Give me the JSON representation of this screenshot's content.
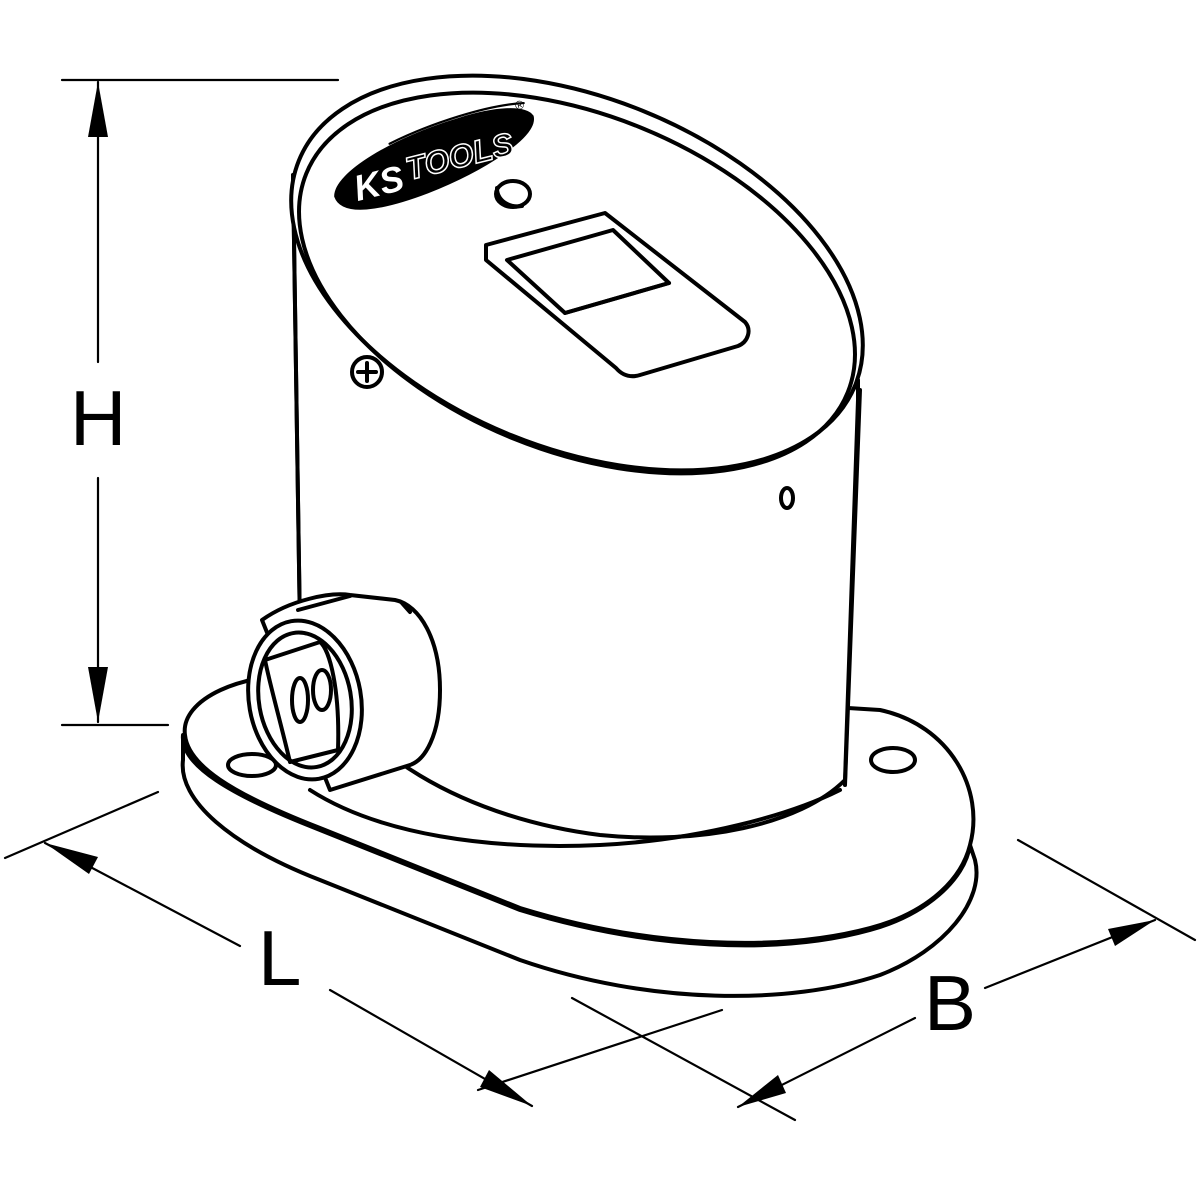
{
  "brand": {
    "logo_ks": "KS",
    "logo_tools": "TOOLS",
    "registered_mark": "®"
  },
  "dimensions": {
    "height_label": "H",
    "length_label": "L",
    "width_label": "B"
  },
  "icons": {
    "logo": "ks-tools-logo",
    "display": "lcd-display",
    "button": "push-button",
    "screw": "phillips-screw",
    "socket": "square-drive-socket"
  }
}
